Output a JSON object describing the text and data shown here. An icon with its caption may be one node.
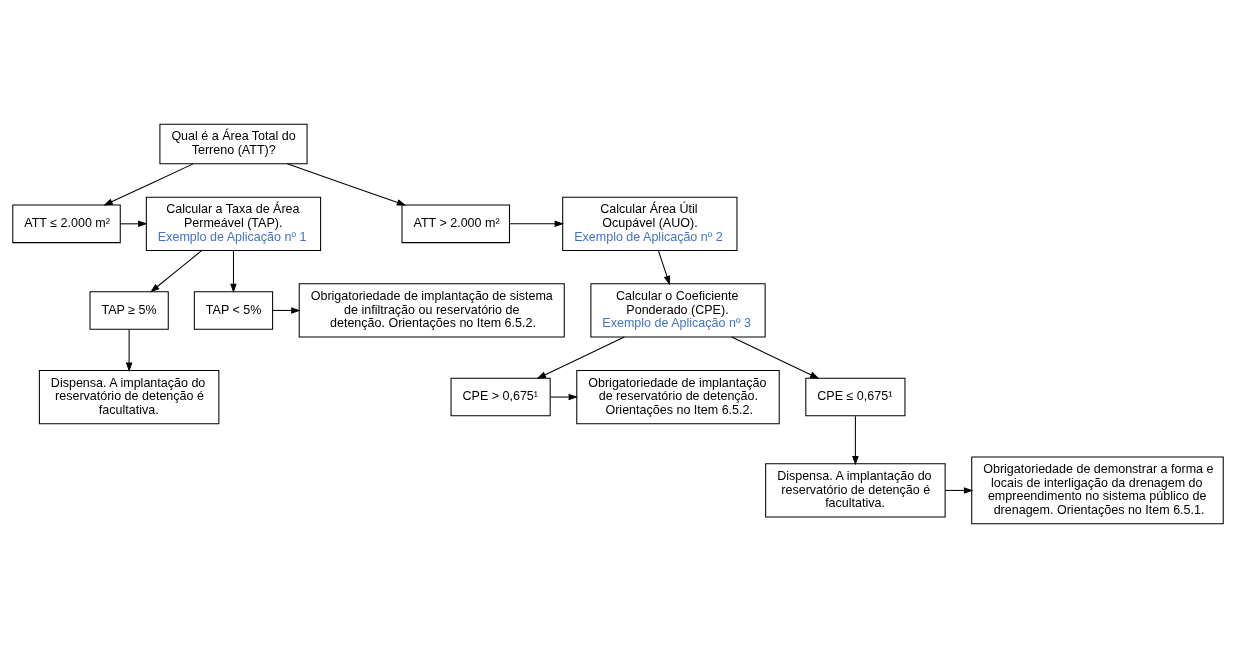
{
  "diagram": {
    "nodes": [
      {
        "text": [
          "Qual é a Área Total do Terreno (ATT)?"
        ]
      },
      {
        "text": [
          "Calcular a Taxa de Área Permeável (TAP).",
          "Exemplo de Aplicação nº 1"
        ]
      },
      {
        "text": [
          "ATT ≤ 2.000 m²"
        ]
      },
      {
        "text": [
          "ATT > 2.000 m²"
        ]
      },
      {
        "text": [
          "Calcular Área Útil Ocupável (AUO).",
          "Exemplo de Aplicação nº 2"
        ]
      },
      {
        "text": [
          "TAP ≥ 5%"
        ]
      },
      {
        "text": [
          "TAP < 5%"
        ]
      },
      {
        "text": [
          "Obrigatoriedade de implantação de sistema de infiltração ou reservatório de detenção. Orientações no Item 6.5.2."
        ]
      },
      {
        "text": [
          "Calcular o Coeficiente Ponderado (CPE).",
          "Exemplo de Aplicação nº 3"
        ]
      },
      {
        "text": [
          "Dispensa. A implantação do reservatório de detenção é facultativa."
        ]
      },
      {
        "text": [
          "Obrigatoriedade de implantação de reservatório de detenção. Orientações no Item 6.5.2."
        ]
      },
      {
        "text": [
          "CPE > 0,675¹"
        ]
      },
      {
        "text": [
          "CPE ≤ 0,675¹"
        ]
      },
      {
        "text": [
          "Obrigatoriedade de demonstrar a forma e locais de interligação da drenagem do empreendimento no sistema público de drenagem. Orientações no Item 6.5.1."
        ]
      },
      {
        "text": [
          "Dispensa. A implantação do reservatório de detenção é facultativa."
        ]
      }
    ],
    "edges": [
      {
        "from": 0,
        "to": 2,
        "arrow": "to"
      },
      {
        "from": 0,
        "to": 3,
        "arrow": "to"
      },
      {
        "from": 2,
        "to": 1,
        "arrow": "to"
      },
      {
        "from": 3,
        "to": 4,
        "arrow": "to"
      },
      {
        "from": 1,
        "to": 5,
        "arrow": "to"
      },
      {
        "from": 1,
        "to": 6,
        "arrow": "to"
      },
      {
        "from": 6,
        "to": 7,
        "arrow": "to"
      },
      {
        "from": 5,
        "to": 9,
        "arrow": "to"
      },
      {
        "from": 4,
        "to": 8,
        "arrow": "to"
      },
      {
        "from": 8,
        "to": 11,
        "arrow": "to"
      },
      {
        "from": 8,
        "to": 12,
        "arrow": "to"
      },
      {
        "from": 11,
        "to": 10,
        "arrow": "to"
      },
      {
        "from": 12,
        "to": 14,
        "arrow": "to"
      },
      {
        "from": 14,
        "to": 13,
        "arrow": "to"
      }
    ]
  }
}
